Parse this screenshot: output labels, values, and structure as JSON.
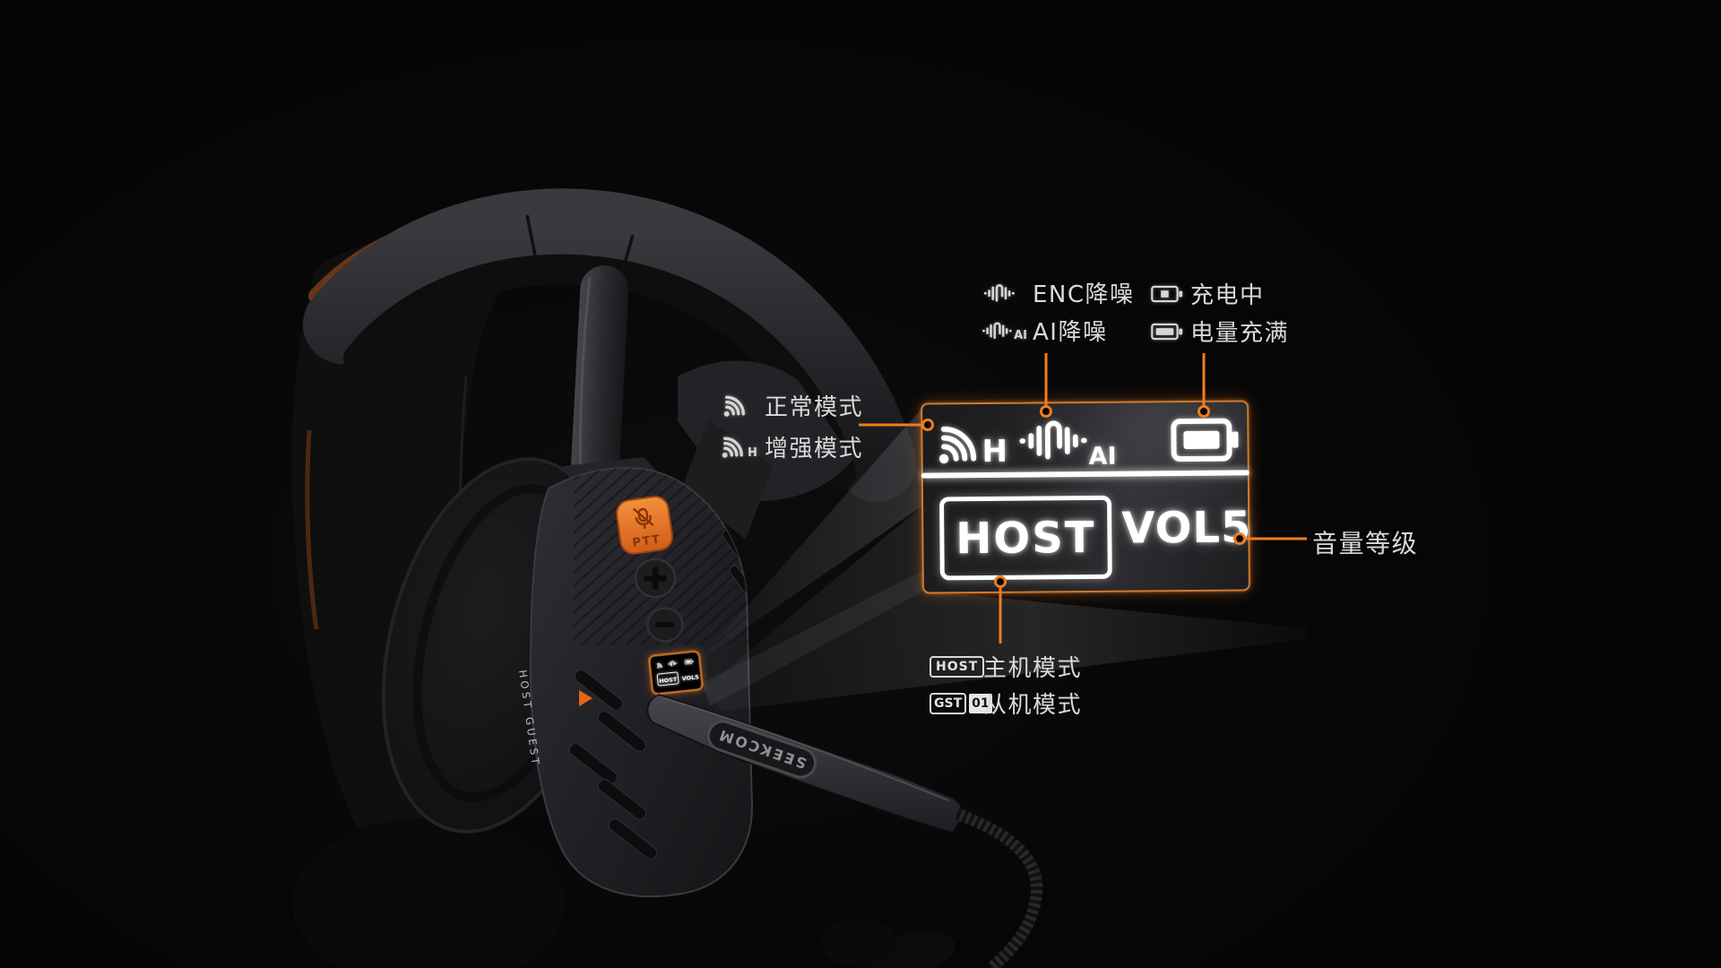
{
  "colors": {
    "accent_orange": "#ee7d1f",
    "panel_border": "#cf7c30",
    "label_text": "#dadada",
    "ptt_orange": "#ed7430"
  },
  "annotations": {
    "noise_rows": [
      {
        "icon": "waveform-enc-icon",
        "label": "ENC降噪"
      },
      {
        "icon": "waveform-ai-icon",
        "sub": "AI",
        "label": "AI降噪"
      }
    ],
    "battery_rows": [
      {
        "icon": "battery-charging-icon",
        "label": "充电中"
      },
      {
        "icon": "battery-full-icon",
        "label": "电量充满"
      }
    ],
    "signal_rows": [
      {
        "icon": "signal-normal-icon",
        "label": "正常模式"
      },
      {
        "icon": "signal-enhanced-icon",
        "sub": "H",
        "label": "增强模式"
      }
    ],
    "mode_rows": [
      {
        "badge": "HOST",
        "label": "主机模式"
      },
      {
        "badge": "GST",
        "badge_num": "01",
        "label": "从机模式"
      }
    ],
    "volume_label": "音量等级"
  },
  "panel": {
    "signal_letter": "H",
    "ai_letter": "AI",
    "mode": "HOST",
    "volume": "VOL5"
  },
  "headset": {
    "ptt": "PTT",
    "switch": "HOST GUEST",
    "brand": "SEEKCOM",
    "mini": {
      "mode": "HOST",
      "volume": "VOL5"
    }
  }
}
